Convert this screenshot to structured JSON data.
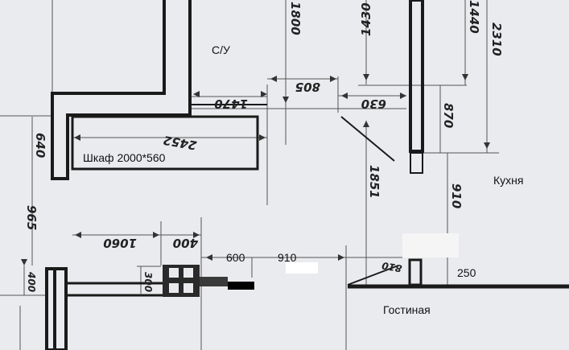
{
  "rooms": {
    "bathroom": "С/У",
    "wardrobe": "Шкаф 2000*560",
    "kitchen": "Кухня",
    "living_room": "Гостиная"
  },
  "typed_dimensions": {
    "d600": "600",
    "d910": "910",
    "d250": "250"
  },
  "handwritten_dimensions": {
    "d1800": "1800",
    "d1430": "1430",
    "d1440": "1440",
    "d2310": "2310",
    "d805": "805",
    "d1470": "1470",
    "d630": "630",
    "d870": "870",
    "d2452": "2452",
    "d640": "640",
    "d1851": "1851",
    "d910v": "910",
    "d965": "965",
    "d1060": "1060",
    "d400h": "400",
    "d300": "300",
    "d400v": "400",
    "d810": "810"
  }
}
